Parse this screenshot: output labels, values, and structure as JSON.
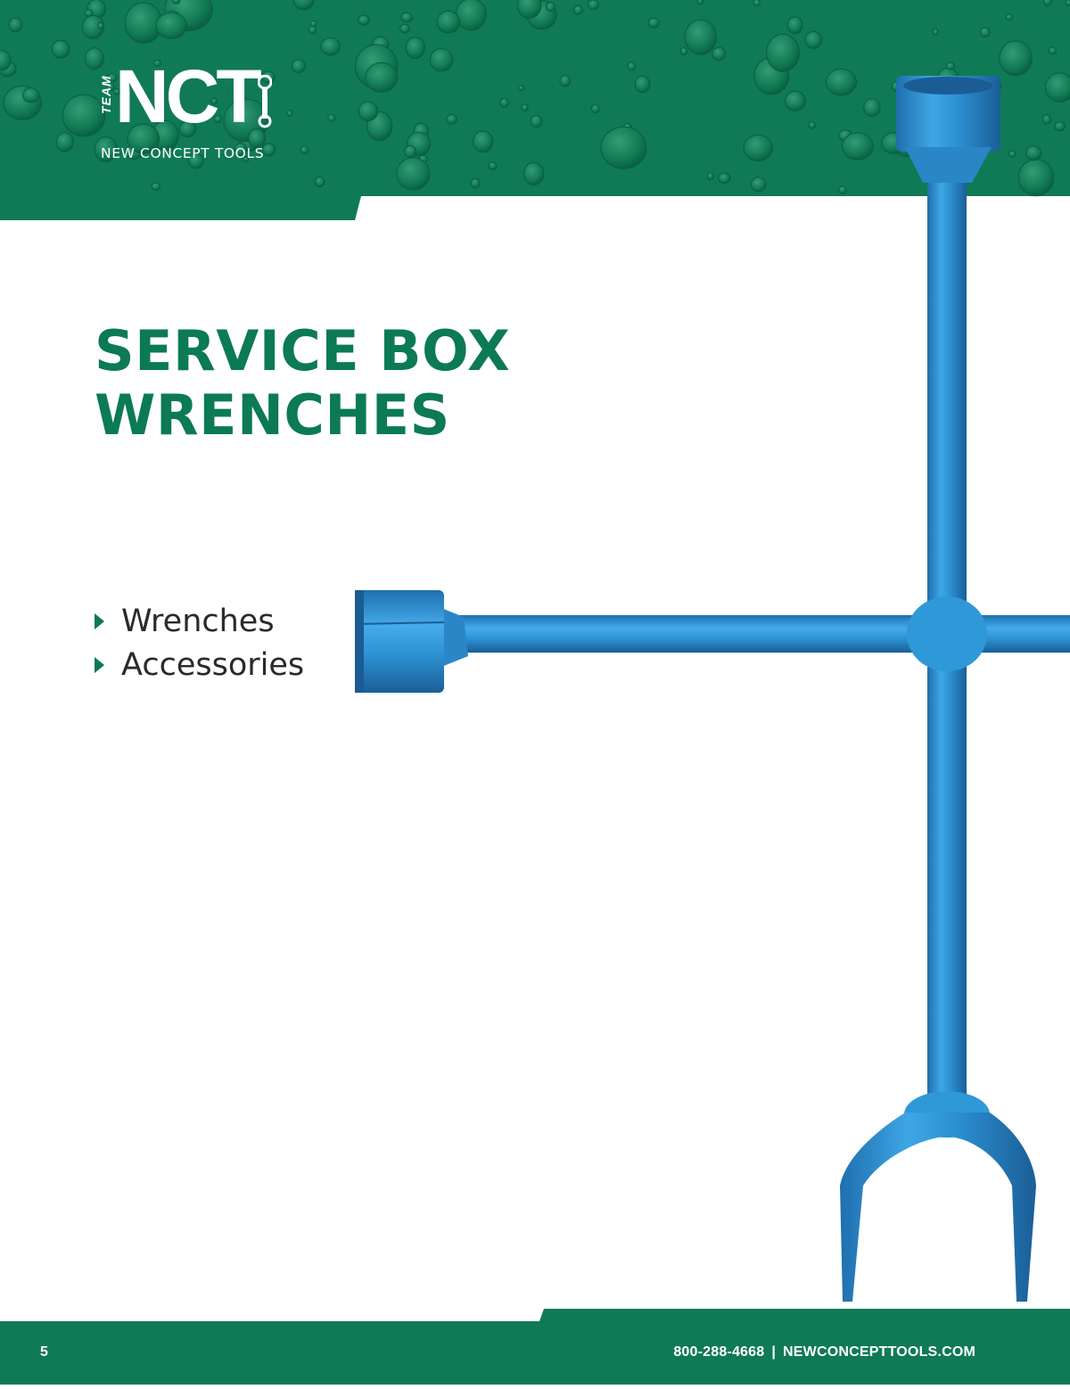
{
  "brand": {
    "team": "TEAM",
    "name": "NCT",
    "tagline": "NEW CONCEPT TOOLS"
  },
  "page": {
    "title_line1": "SERVICE BOX",
    "title_line2": "WRENCHES"
  },
  "topics": [
    {
      "label": "Wrenches"
    },
    {
      "label": "Accessories"
    }
  ],
  "footer": {
    "page_number": "5",
    "phone": "800-288-4668",
    "separator": "|",
    "website": "NEWCONCEPTTOOLS.COM"
  },
  "colors": {
    "brand_green": "#0b7a55",
    "tool_blue": "#2b8fd0",
    "text_dark": "#2a2a2a"
  },
  "icons": {
    "bullet": "triangle-right-icon",
    "logo_mark": "wrench-icon"
  }
}
